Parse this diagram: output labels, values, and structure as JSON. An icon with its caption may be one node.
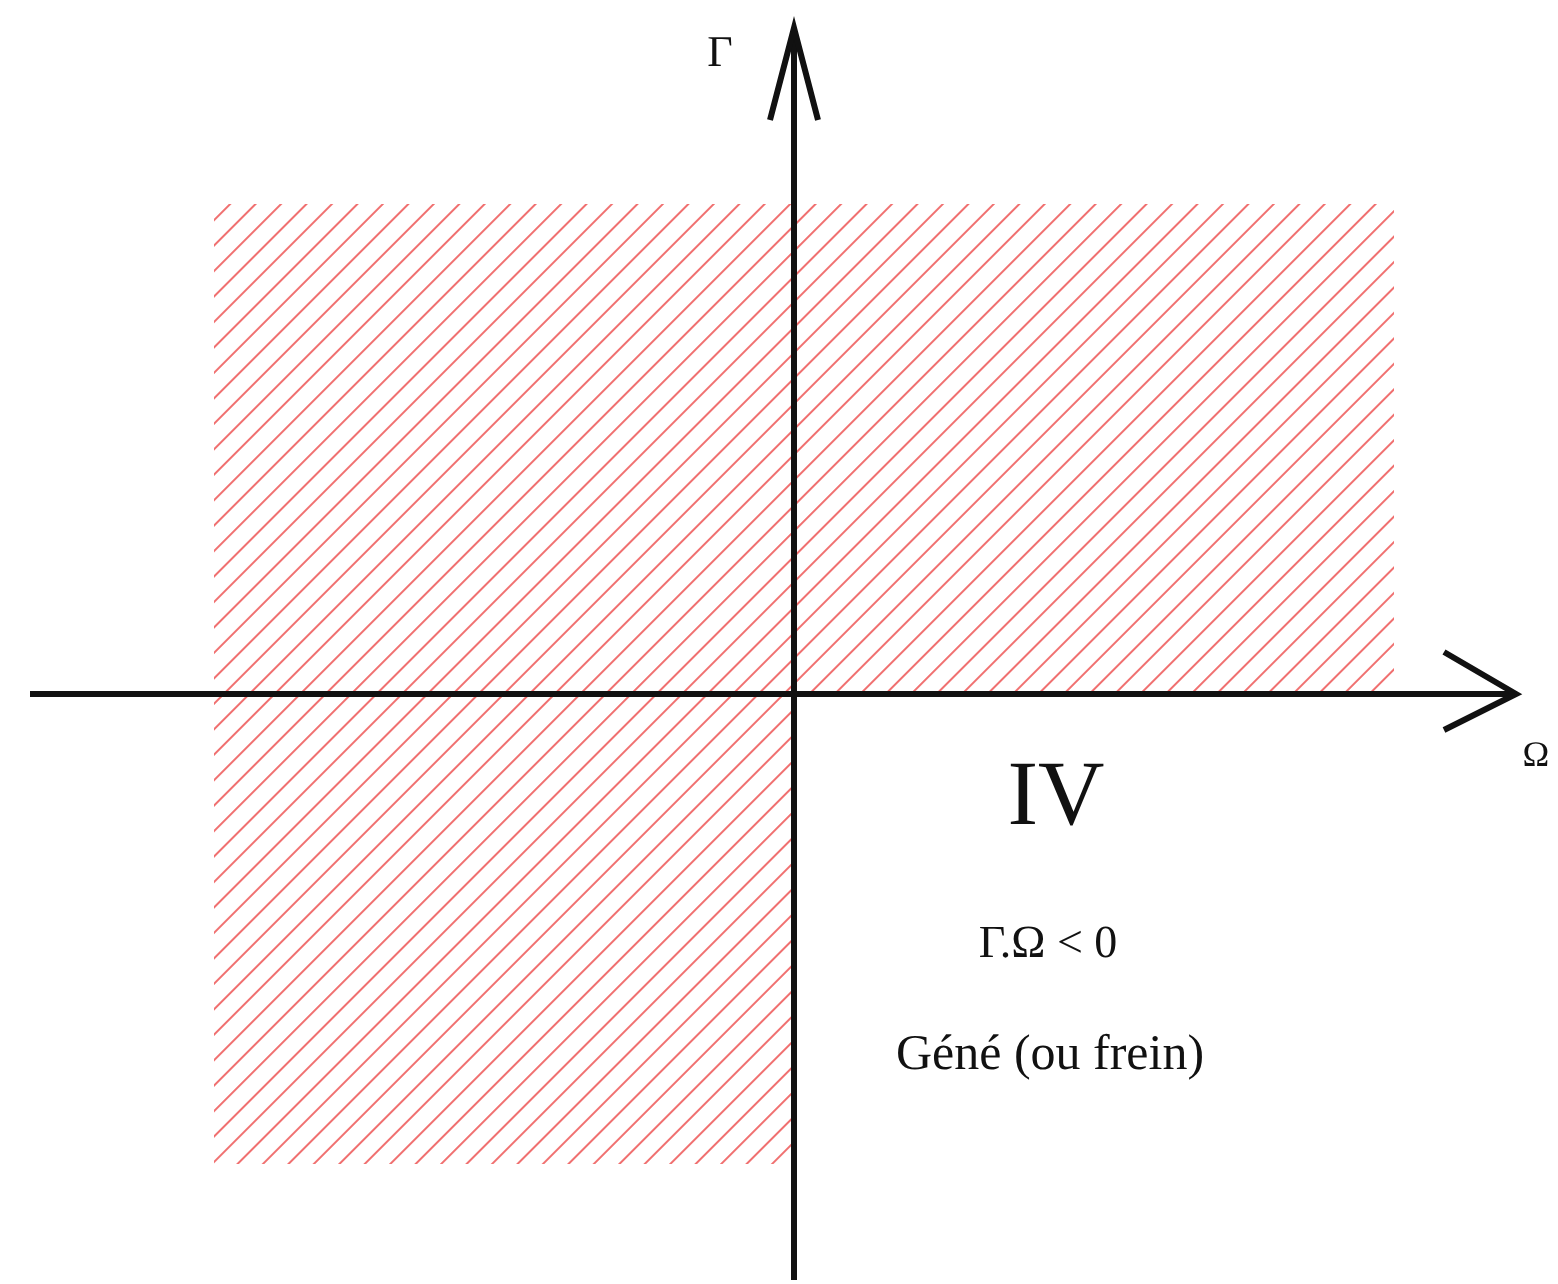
{
  "diagram": {
    "labels": [
      "Γ",
      "Ω",
      "IV",
      "Γ.Ω < 0",
      "Géné (ou frein)"
    ]
  }
}
